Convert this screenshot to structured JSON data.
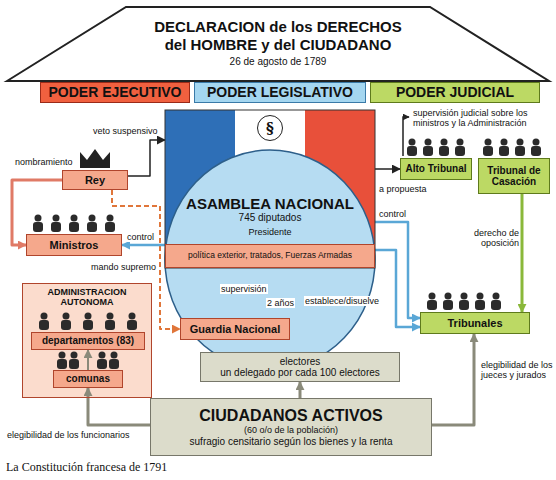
{
  "diagram": {
    "caption": "La Constitución francesa de 1791",
    "nodes": [
      {
        "text": [
          "DECLARACION de los DERECHOS del HOMBRE y del CIUDADANO",
          "26 de agosto de 1789"
        ]
      },
      {
        "text": [
          "PODER EJECUTIVO"
        ]
      },
      {
        "text": [
          "PODER LEGISLATIVO"
        ]
      },
      {
        "text": [
          "PODER JUDICIAL"
        ]
      },
      {
        "text": [
          "§",
          "ASAMBLEA NACIONAL",
          "745 diputados",
          "Presidente"
        ]
      },
      {
        "text": [
          "política exterior, tratados, Fuerzas Armadas"
        ],
        "in": 4
      },
      {
        "text": [
          "Rey"
        ]
      },
      {
        "text": [
          "Ministros"
        ]
      },
      {
        "text": [
          "ADMINISTRACION AUTONOMA"
        ]
      },
      {
        "text": [
          "departamentos (83)"
        ],
        "in": 8
      },
      {
        "text": [
          "comunas"
        ],
        "in": 8
      },
      {
        "text": [
          "Guardia Nacional"
        ]
      },
      {
        "text": [
          "Alto Tribunal"
        ]
      },
      {
        "text": [
          "Tribunal de Casación"
        ]
      },
      {
        "text": [
          "Tribunales"
        ]
      },
      {
        "text": [
          "electores",
          "un delegado por cada 100 electores"
        ]
      },
      {
        "text": [
          "CIUDADANOS ACTIVOS",
          "(60 o/o de la población)",
          "sufragio censitario según los bienes y la renta"
        ]
      }
    ],
    "edges": [
      {
        "from": 6,
        "to": 4,
        "label": "veto suspensivo",
        "arrow": "to"
      },
      {
        "from": 6,
        "to": 7,
        "label": "nombramiento",
        "arrow": "to"
      },
      {
        "from": 6,
        "to": 11,
        "label": "mando supremo",
        "arrow": "to"
      },
      {
        "from": 4,
        "to": 7,
        "label": "control",
        "arrow": "to"
      },
      {
        "from": 4,
        "to": 11,
        "label": "supervisión",
        "arrow": "to"
      },
      {
        "from": 15,
        "to": 4,
        "label": "2 años",
        "arrow": "to"
      },
      {
        "from": 4,
        "to": 12,
        "label": "a propuesta",
        "arrow": "to"
      },
      {
        "from": 4,
        "to": 14,
        "label": "control",
        "arrow": "to"
      },
      {
        "from": 4,
        "to": 14,
        "label": "establece/disuelve",
        "arrow": "to"
      },
      {
        "from": 13,
        "to": 14,
        "label": "derecho de oposición",
        "arrow": "to"
      },
      {
        "from": 16,
        "to": 15,
        "arrow": "to"
      },
      {
        "from": 16,
        "to": 10,
        "label": "elegibilidad de los funcionarios",
        "arrow": "to"
      },
      {
        "from": 10,
        "to": 9,
        "arrow": "to"
      },
      {
        "from": 16,
        "to": 14,
        "label": "elegibilidad de los jueces y jurados",
        "arrow": "to"
      }
    ],
    "labels": [
      "supervisión judicial sobre los ministros y la Administración"
    ]
  }
}
